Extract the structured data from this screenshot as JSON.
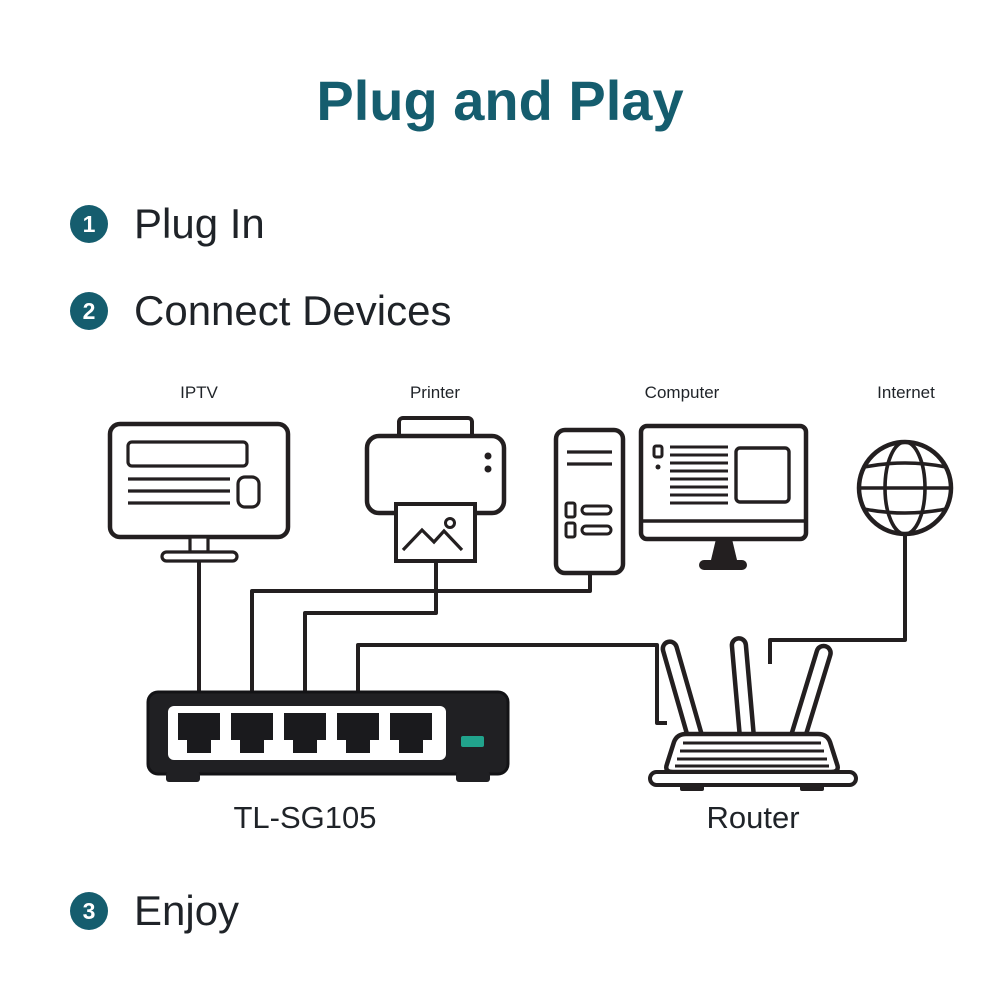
{
  "title": "Plug and Play",
  "steps": {
    "step1": {
      "number": "1",
      "label": "Plug In"
    },
    "step2": {
      "number": "2",
      "label": "Connect Devices"
    },
    "step3": {
      "number": "3",
      "label": "Enjoy"
    }
  },
  "devices": {
    "iptv": {
      "label": "IPTV"
    },
    "printer": {
      "label": "Printer"
    },
    "computer": {
      "label": "Computer"
    },
    "internet": {
      "label": "Internet"
    }
  },
  "equipment": {
    "switch": {
      "label": "TL-SG105"
    },
    "router": {
      "label": "Router"
    }
  },
  "colors": {
    "accent_teal": "#155d6e",
    "artwork_line": "#231f20",
    "switch_led_green": "#21a38c"
  }
}
